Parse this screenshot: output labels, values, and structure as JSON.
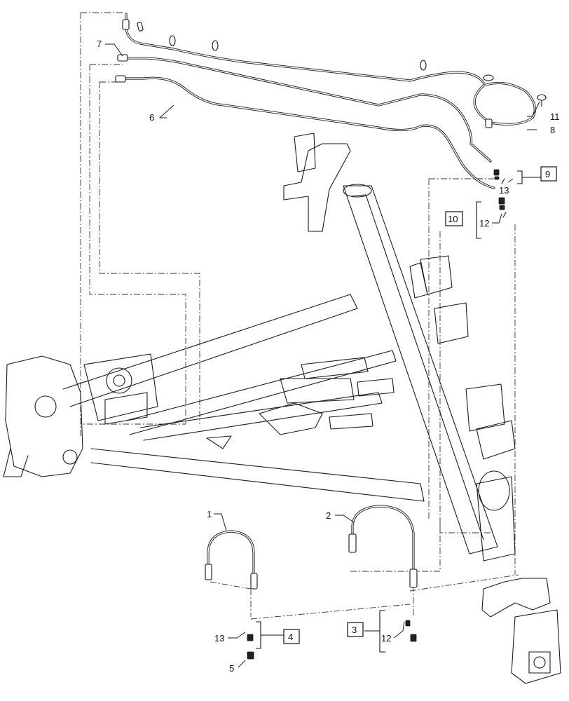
{
  "callouts": {
    "c1": "1",
    "c2": "2",
    "c3": "3",
    "c4": "4",
    "c5": "5",
    "c6": "6",
    "c7": "7",
    "c8": "8",
    "c9": "9",
    "c10": "10",
    "c11": "11",
    "c12a": "12",
    "c12b": "12",
    "c13a": "13",
    "c13b": "13"
  }
}
